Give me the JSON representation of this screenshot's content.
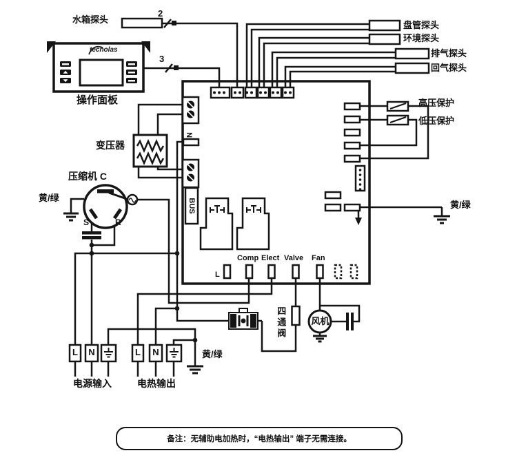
{
  "probes": {
    "water_tank": "水箱探头",
    "coil": "盘管探头",
    "ambient": "环境探头",
    "discharge": "排气探头",
    "return_gas": "回气探头"
  },
  "wires": {
    "water_tank_count": "2",
    "panel_count": "3"
  },
  "panel": {
    "label": "操作面板",
    "logo": "techolas"
  },
  "components": {
    "transformer": "变压器",
    "compressor": "压缩机 C",
    "s": "S",
    "r": "R",
    "four_way_valve": "四通阀",
    "fan": "风机"
  },
  "protection": {
    "high": "高压保护",
    "low": "低压保护"
  },
  "grounds": {
    "label": "黄/绿"
  },
  "pcb": {
    "n": "N",
    "bus": "BUS",
    "l": "L",
    "outputs": [
      "Comp",
      "Elect",
      "Valve",
      "Fan"
    ]
  },
  "blocks": {
    "terminals": {
      "l": "L",
      "n": "N"
    },
    "power_input": "电源输入",
    "heater_output": "电热输出"
  },
  "note": {
    "text": "备注：无辅助电加热时，“电热输出” 端子无需连接。"
  }
}
